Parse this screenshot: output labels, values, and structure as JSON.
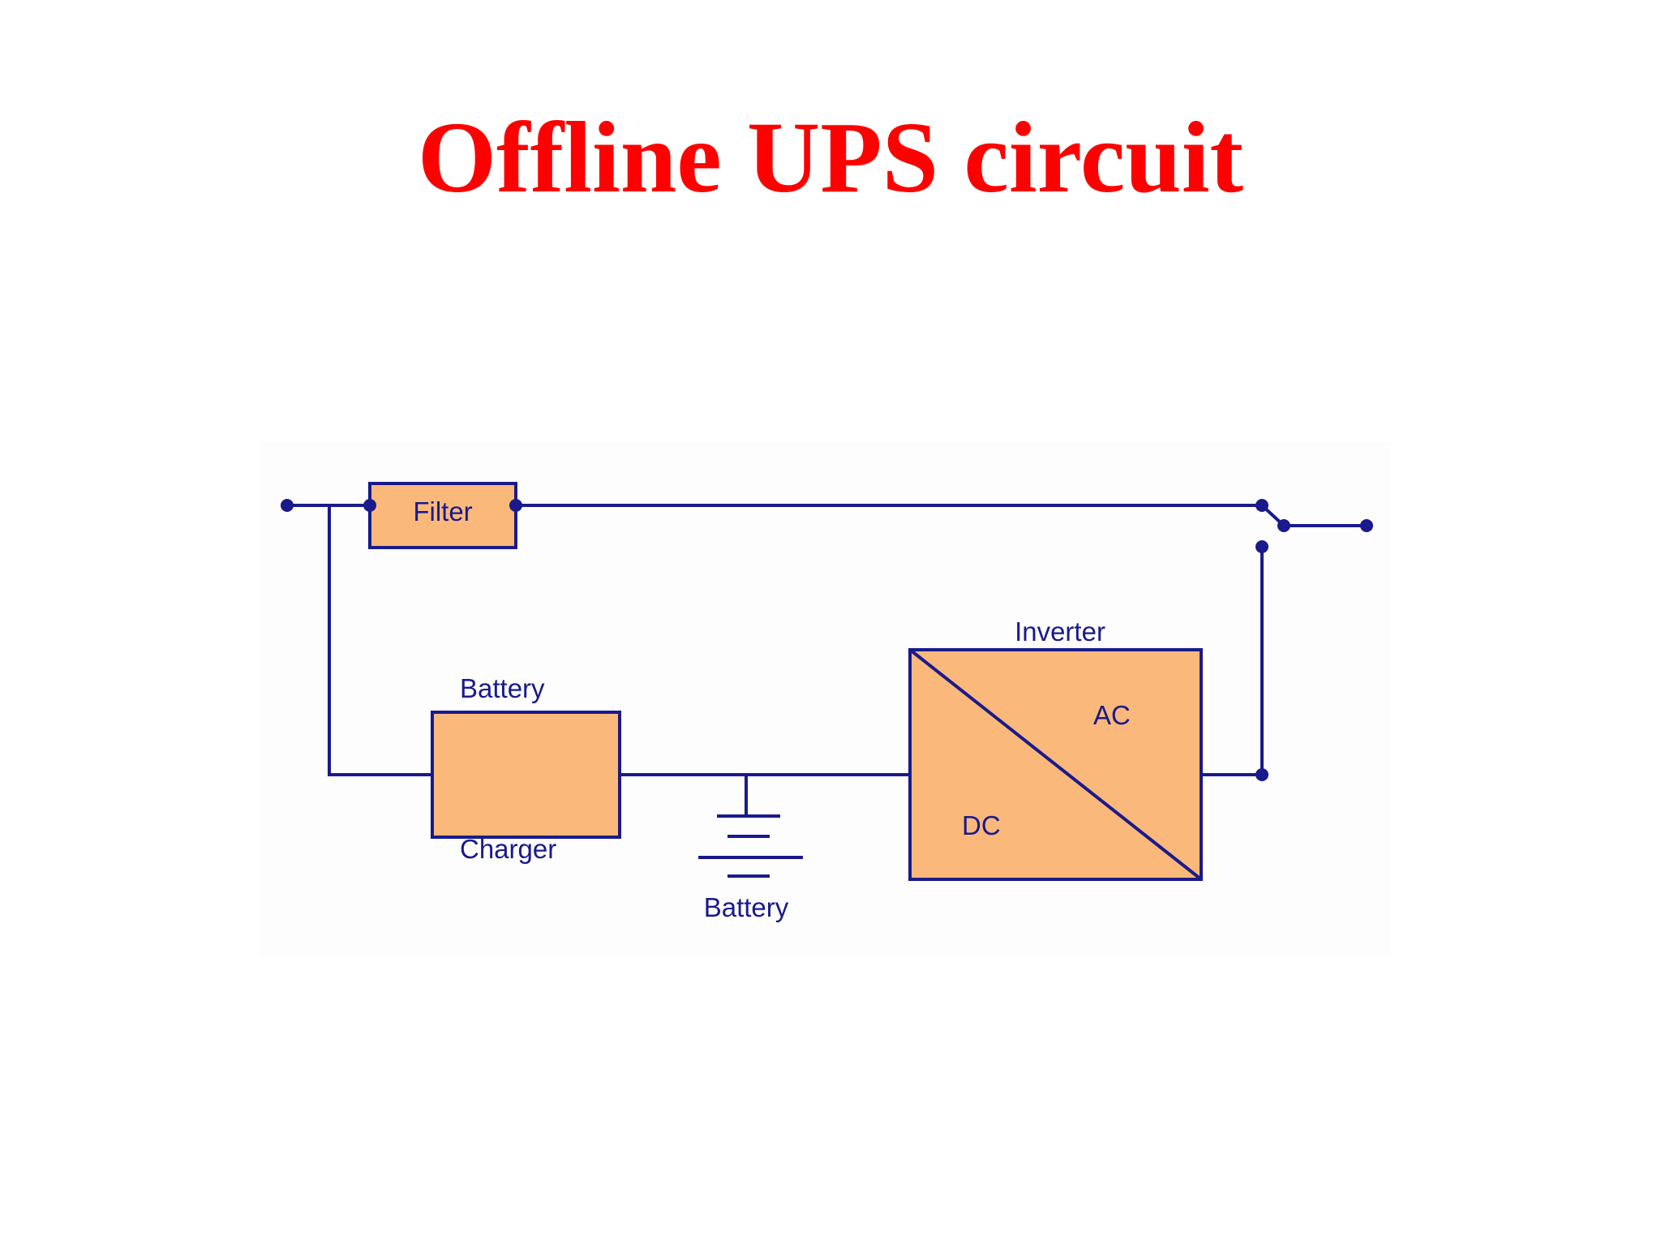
{
  "slide": {
    "title": "Offline UPS circuit"
  },
  "diagram": {
    "filter_label": "Filter",
    "charger_label_top": "Battery",
    "charger_label_bottom": "Charger",
    "battery_label": "Battery",
    "inverter_label": "Inverter",
    "inverter_ac_label": "AC",
    "inverter_dc_label": "DC"
  },
  "colors": {
    "title": "#ff0000",
    "wire": "#1a1a8c",
    "box_fill": "#fab97a",
    "label": "#1a1a8c"
  }
}
